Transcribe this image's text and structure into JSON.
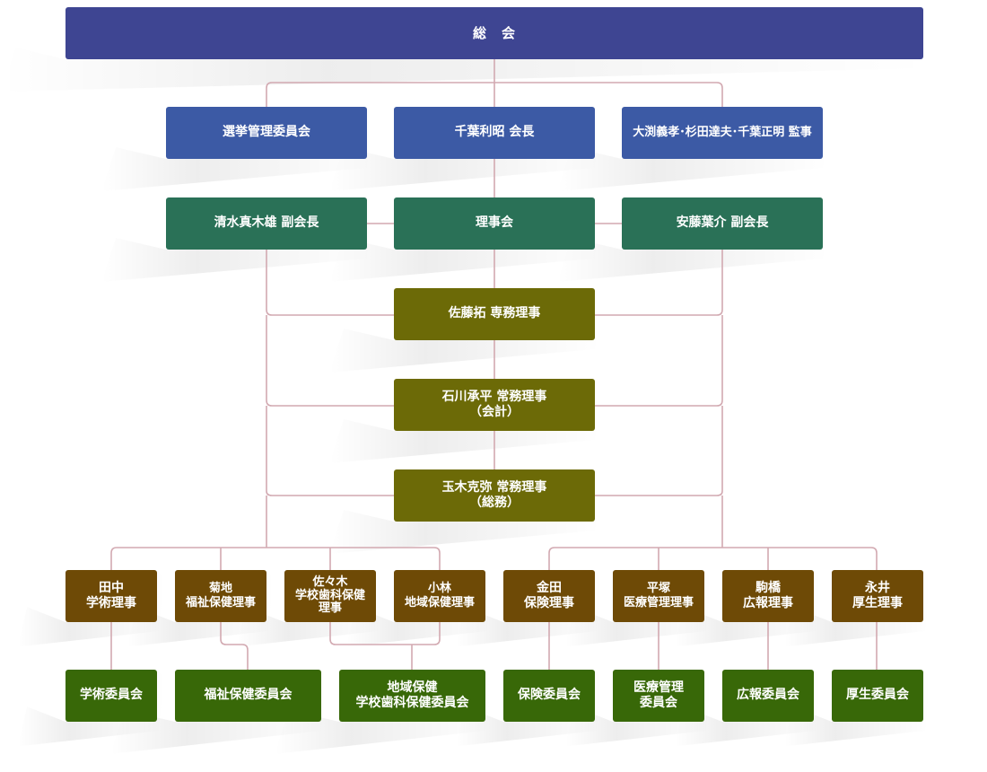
{
  "colors": {
    "line": "#d2a9b1",
    "top": "#3e4592",
    "exec": "#3c5aa5",
    "vice": "#2a7157",
    "senior": "#6c6a07",
    "director": "#6e4a06",
    "committee": "#386808"
  },
  "general_meeting": "総　会",
  "row2": {
    "election": "選挙管理委員会",
    "president": "千葉利昭 会長",
    "auditors": "大渕義孝･杉田達夫･千葉正明 監事"
  },
  "row3": {
    "vp_left": "清水真木雄 副会長",
    "board": "理事会",
    "vp_right": "安藤葉介 副会長"
  },
  "senior": {
    "managing": "佐藤拓 専務理事",
    "accounting_1": "石川承平 常務理事",
    "accounting_2": "（会計）",
    "general_1": "玉木克弥 常務理事",
    "general_2": "（総務）"
  },
  "directors": [
    {
      "l1": "田中",
      "l2": "学術理事"
    },
    {
      "l1": "菊地",
      "l2": "福祉保健理事"
    },
    {
      "l1": "佐々木",
      "l2": "学校歯科保健",
      "l3": "理事"
    },
    {
      "l1": "小林",
      "l2": "地域保健理事"
    },
    {
      "l1": "金田",
      "l2": "保険理事"
    },
    {
      "l1": "平塚",
      "l2": "医療管理理事"
    },
    {
      "l1": "駒橋",
      "l2": "広報理事"
    },
    {
      "l1": "永井",
      "l2": "厚生理事"
    }
  ],
  "committees": [
    {
      "l1": "学術委員会"
    },
    {
      "l1": "福祉保健委員会"
    },
    {
      "l1": "地域保健",
      "l2": "学校歯科保健委員会"
    },
    {
      "l1": "保険委員会"
    },
    {
      "l1": "医療管理",
      "l2": "委員会"
    },
    {
      "l1": "広報委員会"
    },
    {
      "l1": "厚生委員会"
    }
  ]
}
